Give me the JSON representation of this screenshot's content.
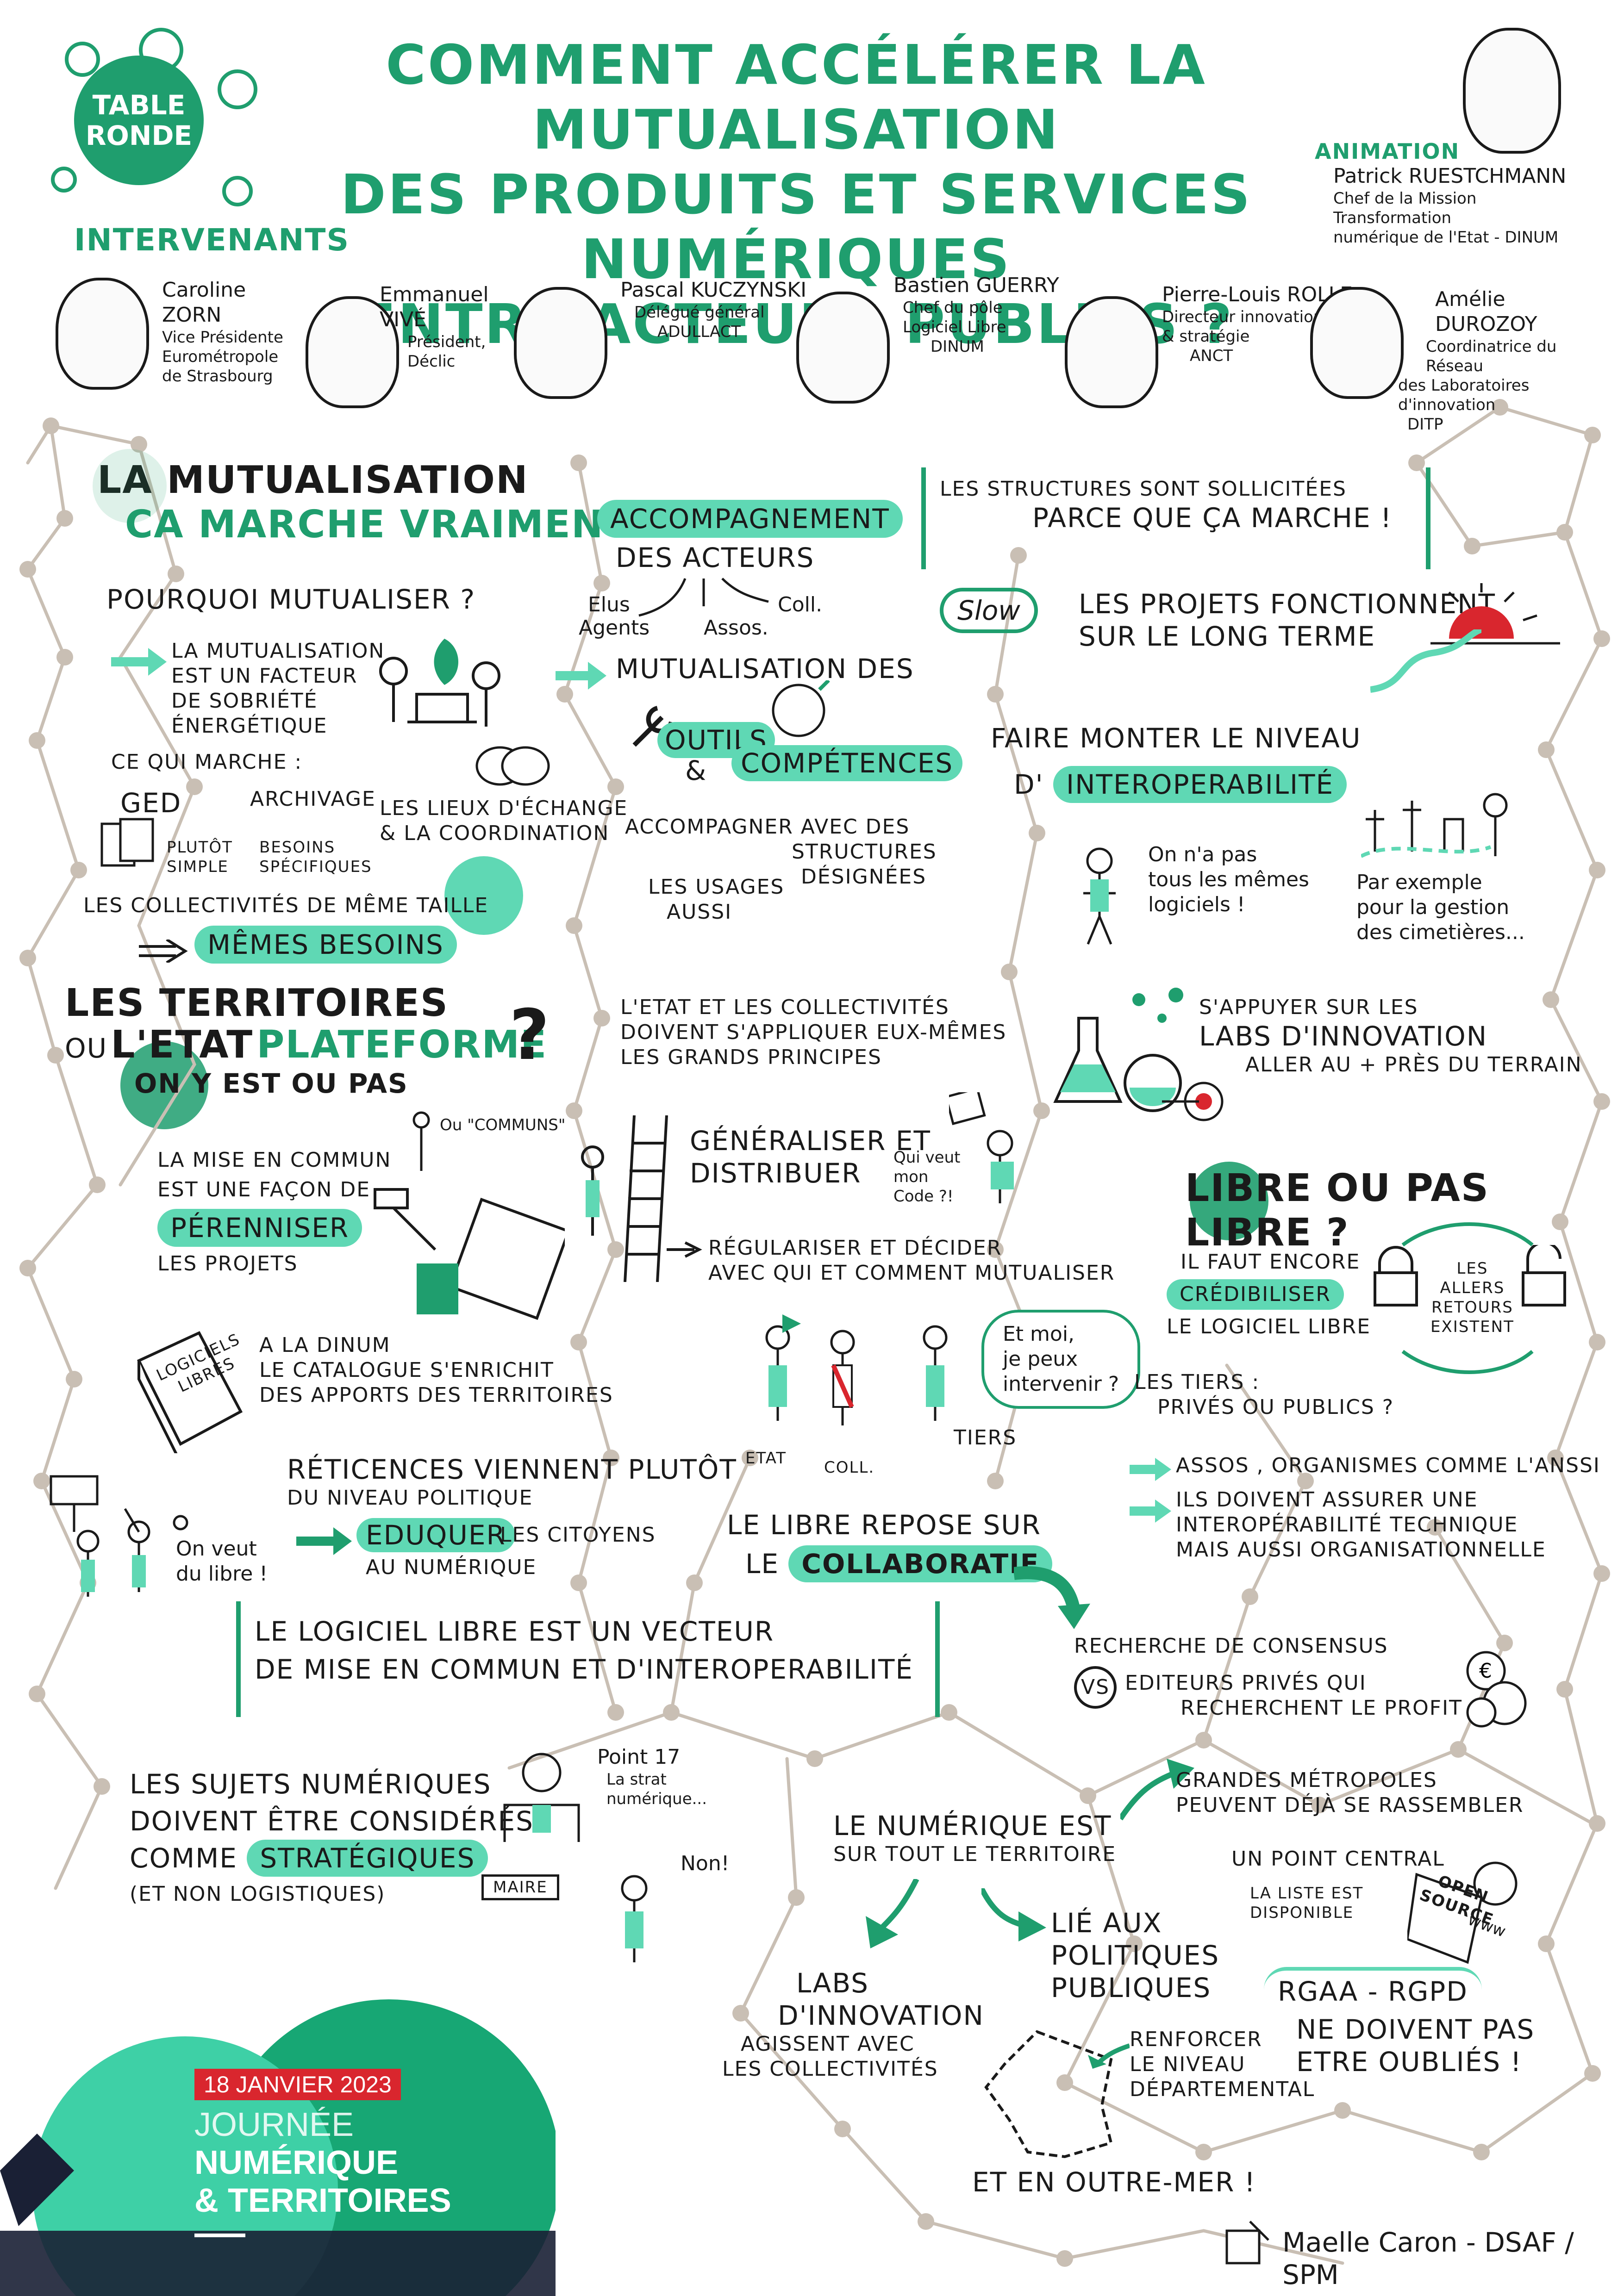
{
  "header": {
    "badge_line1": "TABLE",
    "badge_line2": "RONDE",
    "intervenants_label": "INTERVENANTS",
    "title_line1": "COMMENT ACCÉLÉRER LA MUTUALISATION",
    "title_line2": "DES PRODUITS ET SERVICES NUMÉRIQUES",
    "title_line3": "ENTRE ACTEURS PUBLICS ?"
  },
  "animation": {
    "label": "ANIMATION",
    "name": "Patrick RUESTCHMANN",
    "role_line1": "Chef de la Mission Transformation",
    "role_line2": "numérique de l'Etat - DINUM"
  },
  "speakers": [
    {
      "name": "Caroline ZORN",
      "role": [
        "Vice Présidente",
        "Eurométropole",
        "de Strasbourg"
      ]
    },
    {
      "name": "Emmanuel VIVÉ",
      "role": [
        "Président,",
        "Déclic"
      ]
    },
    {
      "name": "Pascal KUCZYNSKI",
      "role": [
        "Délégué général",
        "ADULLACT"
      ]
    },
    {
      "name": "Bastien GUERRY",
      "role": [
        "Chef du pôle",
        "Logiciel Libre",
        "DINUM"
      ]
    },
    {
      "name": "Pierre-Louis ROLLE",
      "role": [
        "Directeur innovation",
        "& stratégie",
        "ANCT"
      ]
    },
    {
      "name": "Amélie DUROZOY",
      "role": [
        "Coordinatrice du Réseau",
        "des Laboratoires d'innovation",
        "DITP"
      ]
    }
  ],
  "s1": {
    "title1": "LA MUTUALISATION",
    "title2": "CA MARCHE VRAIMENT?",
    "q": "POURQUOI MUTUALISER ?",
    "p1": "LA MUTUALISATION",
    "p2": "EST UN FACTEUR",
    "p3": "DE SOBRIÉTÉ",
    "p4": "ÉNERGÉTIQUE",
    "works": "CE QUI MARCHE :",
    "ged": "GED",
    "archivage": "ARCHIVAGE",
    "plutot1": "PLUTÔT",
    "plutot2": "SIMPLE",
    "besoins1": "BESOINS",
    "besoins2": "SPÉCIFIQUES",
    "lieux1": "LES LIEUX D'ÉCHANGE",
    "lieux2": "& LA COORDINATION",
    "coll": "LES COLLECTIVITÉS DE MÊME TAILLE",
    "memes": "MÊMES BESOINS"
  },
  "s2": {
    "accomp": "ACCOMPAGNEMENT",
    "acteurs": "DES ACTEURS",
    "elus": "Elus",
    "agents": "Agents",
    "assos": "Assos.",
    "coll": "Coll.",
    "mut": "MUTUALISATION DES",
    "outils": "OUTILS",
    "amp": "&",
    "comp": "COMPÉTENCES",
    "acc1": "ACCOMPAGNER AVEC DES",
    "acc2": "STRUCTURES",
    "acc3": "DÉSIGNÉES",
    "usages1": "LES USAGES",
    "usages2": "AUSSI"
  },
  "s3": {
    "q1": "LES STRUCTURES SONT SOLLICITÉES",
    "q2": "PARCE QUE ÇA MARCHE !",
    "slow": "Slow",
    "proj1": "LES PROJETS FONCTIONNENT",
    "proj2": "SUR LE LONG TERME",
    "niv1": "FAIRE MONTER LE NIVEAU",
    "niv2a": "D'",
    "niv2b": "INTEROPERABILITÉ",
    "logi1": "On n'a pas",
    "logi2": "tous les mêmes",
    "logi3": "logiciels !",
    "ex1": "Par exemple",
    "ex2": "pour la gestion",
    "ex3": "des cimetières..."
  },
  "s4": {
    "t1": "LES TERRITOIRES",
    "t2a": "OU",
    "t2b": "L'ETAT",
    "t2c": "PLATEFORME",
    "t3": "ON Y EST OU PAS",
    "qmark": "?",
    "communs": "Ou \"COMMUNS\"",
    "mise1": "LA MISE EN COMMUN",
    "mise2": "EST UNE FAÇON DE",
    "mise3": "PÉRENNISER",
    "mise4": "LES PROJETS",
    "book1": "LOGICIELS",
    "book2": "LIBRES",
    "din1": "A LA DINUM",
    "din2": "LE CATALOGUE S'ENRICHIT",
    "din3": "DES APPORTS DES TERRITOIRES"
  },
  "s5": {
    "e1": "L'ETAT ET LES COLLECTIVITÉS",
    "e2": "DOIVENT S'APPLIQUER EUX-MÊMES",
    "e3": "LES GRANDS PRINCIPES",
    "g1": "GÉNÉRALISER ET",
    "g2": "DISTRIBUER",
    "qui1": "Qui veut",
    "qui2": "mon",
    "qui3": "Code ?!",
    "r1": "RÉGULARISER ET DÉCIDER",
    "r2": "AVEC QUI ET COMMENT MUTUALISER"
  },
  "s6": {
    "l1": "S'APPUYER SUR LES",
    "l2": "LABS D'INNOVATION",
    "l3": "ALLER AU + PRÈS DU TERRAIN",
    "lib": "LIBRE OU PAS LIBRE ?",
    "c1": "IL FAUT ENCORE",
    "c2": "CRÉDIBILISER",
    "c3": "LE LOGICIEL LIBRE",
    "a1": "LES",
    "a2": "ALLERS",
    "a3": "RETOURS",
    "a4": "EXISTENT"
  },
  "s7": {
    "m1": "Et moi,",
    "m2": "je peux",
    "m3": "intervenir ?",
    "etat": "ETAT",
    "coll": "COLL.",
    "tiers": "TIERS",
    "t1": "LES TIERS :",
    "t2": "PRIVÉS OU PUBLICS ?",
    "b1": "ASSOS , ORGANISMES COMME L'ANSSI",
    "b2": "ILS DOIVENT ASSURER UNE",
    "b3": "INTEROPÉRABILITÉ TECHNIQUE",
    "b4": "MAIS AUSSI ORGANISATIONNELLE"
  },
  "s8": {
    "r1": "RÉTICENCES VIENNENT PLUTÔT",
    "r2": "DU NIVEAU POLITIQUE",
    "edu": "EDUQUER",
    "cit1": "LES CITOYENS",
    "cit2": "AU NUMÉRIQUE",
    "veut1": "On veut",
    "veut2": "du libre !",
    "col1": "LE LIBRE REPOSE SUR",
    "col2a": "LE",
    "col2b": "COLLABORATIF",
    "vec1": "LE LOGICIEL LIBRE EST UN VECTEUR",
    "vec2": "DE MISE EN COMMUN ET D'INTEROPERABILITÉ",
    "cons1": "RECHERCHE DE CONSENSUS",
    "vs": "VS",
    "cons2": "EDITEURS PRIVÉS QUI",
    "cons3": "RECHERCHENT LE PROFIT"
  },
  "s9": {
    "s1": "LES SUJETS NUMÉRIQUES",
    "s2": "DOIVENT ÊTRE CONSIDÉRÉS",
    "s3a": "COMME",
    "s3b": "STRATÉGIQUES",
    "s4": "(ET NON LOGISTIQUES)",
    "p1": "Point 17",
    "p2": "La strat",
    "p3": "numérique...",
    "non": "Non!",
    "maire": "MAIRE"
  },
  "s10": {
    "n1": "LE NUMÉRIQUE EST",
    "n2": "SUR TOUT LE TERRITOIRE",
    "g1": "GRANDES MÉTROPOLES",
    "g2": "PEUVENT DÉJÀ SE RASSEMBLER",
    "pc": "UN POINT CENTRAL",
    "li1": "LA LISTE EST",
    "li2": "DISPONIBLE",
    "os1": "OPEN",
    "os2": "SOURCE",
    "www": "www",
    "lie1": "LIÉ AUX",
    "lie2": "POLITIQUES",
    "lie3": "PUBLIQUES",
    "labs1": "LABS",
    "labs2": "D'INNOVATION",
    "labs3": "AGISSENT AVEC",
    "labs4": "LES COLLECTIVITÉS",
    "ren1": "RENFORCER",
    "ren2": "LE NIVEAU",
    "ren3": "DÉPARTEMENTAL",
    "rgaa": "RGAA - RGPD",
    "ne1": "NE DOIVENT PAS",
    "ne2": "ETRE OUBLIÉS !",
    "om": "ET EN OUTRE-MER !"
  },
  "footer": {
    "date": "18 JANVIER 2023",
    "j1": "JOURNÉE",
    "j2": "NUMÉRIQUE",
    "j3": "& TERRITOIRES",
    "credit": "Maelle Caron - DSAF / SPM"
  },
  "colors": {
    "accent": "#1f9e6e",
    "highlight": "#5fd8b4",
    "ink": "#1a1a1a",
    "network": "#c9bfb4",
    "date_red": "#d9262e",
    "circle_dark": "#17a774",
    "circle_light": "#3ed0a6"
  }
}
